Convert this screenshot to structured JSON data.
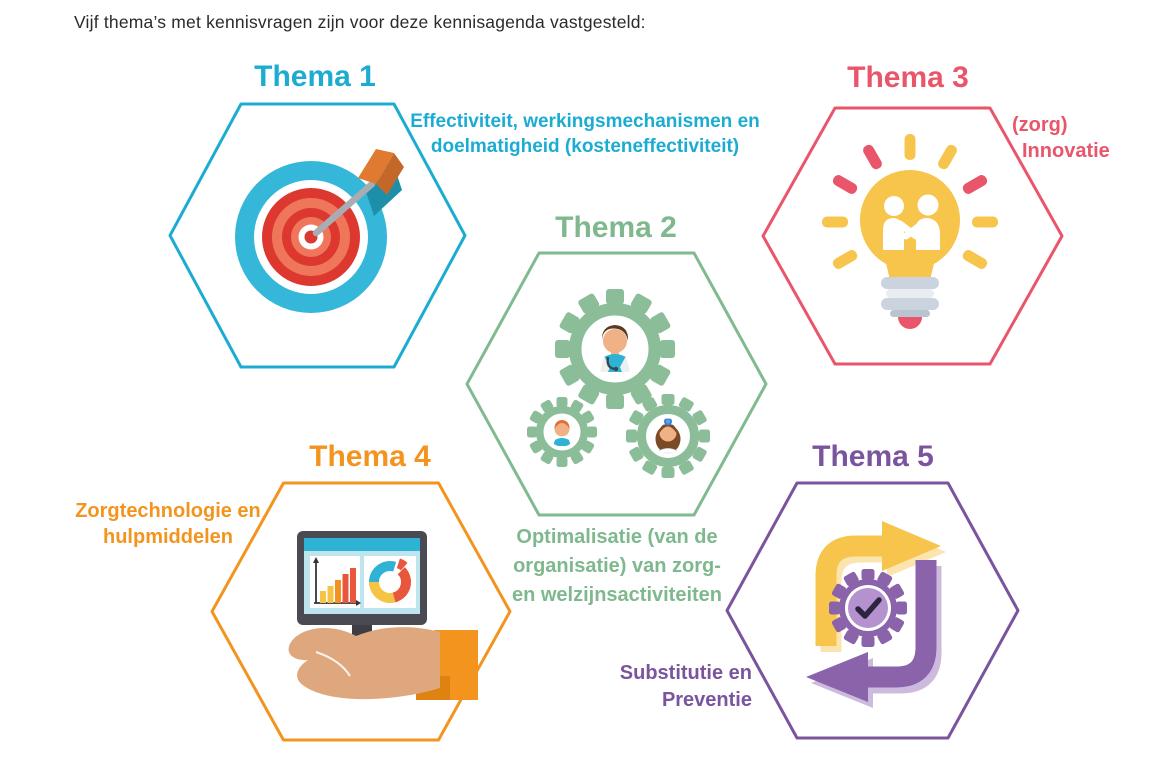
{
  "page": {
    "background_color": "#FFFFFF",
    "title": "Vijf thema’s met kennisvragen zijn voor deze kennisagenda vastgesteld:"
  },
  "title": "Vijf thema’s met kennisvragen zijn voor deze kennisagenda vastgesteld:",
  "themes": [
    {
      "label": "Thema 1",
      "color": "#1CACD2",
      "icon": "dartboard-target-icon",
      "description": "Effectiviteit, werkingsmechanismen en doelmatigheid (kosteneffectiviteit)",
      "lines": [
        "Effectiviteit, werkingsmechanismen en",
        "doelmatigheid (kosteneffectiviteit)"
      ]
    },
    {
      "label": "Thema 2",
      "color": "#7FB88E",
      "icon": "gears-people-icon",
      "description": "Optimalisatie (van de organisatie) van zorg- en welzijnsactiviteiten",
      "lines": [
        "Optimalisatie (van de",
        "organisatie) van zorg-",
        "en welzijnsactiviteiten"
      ]
    },
    {
      "label": "Thema 3",
      "color": "#E9566B",
      "icon": "lightbulb-handshake-icon",
      "description": "(zorg) Innovatie",
      "lines": [
        "(zorg)",
        "Innovatie"
      ]
    },
    {
      "label": "Thema 4",
      "color": "#F3941F",
      "icon": "hand-monitor-charts-icon",
      "description": "Zorgtechnologie en hulpmiddelen",
      "lines": [
        "Zorgtechnologie en",
        "hulpmiddelen"
      ]
    },
    {
      "label": "Thema 5",
      "color": "#7B549E",
      "icon": "cycle-arrows-gear-icon",
      "description": "Substitutie en Preventie",
      "lines": [
        "Substitutie en",
        "Preventie"
      ]
    }
  ]
}
